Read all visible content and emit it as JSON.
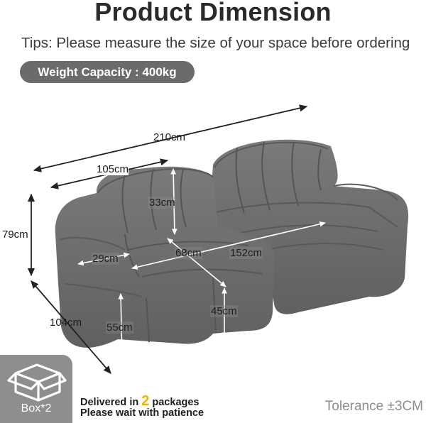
{
  "header": {
    "title": "Product Dimension",
    "tips": "Tips: Please measure the size of your space before ordering",
    "weight_capacity": "Weight Capacity : 400kg"
  },
  "dimensions": {
    "total_length": "210cm",
    "seat_width": "105cm",
    "height": "79cm",
    "depth": "104cm",
    "back_cushion_height": "33cm",
    "arm_width": "29cm",
    "seat_depth": "68cm",
    "inner_width": "152cm",
    "seat_height": "45cm",
    "arm_height": "55cm"
  },
  "footer": {
    "box_label": "Box*2",
    "delivered_prefix": "Delivered in",
    "package_count": "2",
    "delivered_suffix": "packages",
    "wait_note": "Please wait with patience",
    "tolerance": "Tolerance ±3CM"
  },
  "colors": {
    "sofa": "#6e6e6e",
    "pill": "#6b6b6b",
    "accent": "#f2b300"
  },
  "icons": [
    "box-icon"
  ]
}
